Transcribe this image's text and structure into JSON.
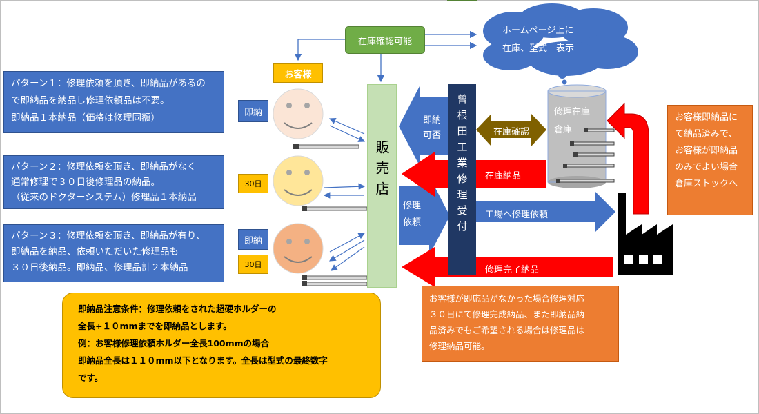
{
  "stock_check": "在庫確認可能",
  "cloud_text": [
    "ホームページ上に",
    "在庫、型式　表示"
  ],
  "customer_label": "お客様",
  "shop": "販売店",
  "factory_reception": "曾根田工業修理受付",
  "warehouse": [
    "修理在庫",
    "倉庫"
  ],
  "instant_ok": [
    "即納",
    "可否"
  ],
  "repair_request_left": [
    "修理",
    "依頼"
  ],
  "stock_confirm": "在庫確認",
  "stock_delivery": "在庫納品",
  "repair_request_factory": "工場へ修理依頼",
  "repair_complete": "修理完了納品",
  "badges": {
    "instant": "即納",
    "days30": "30日"
  },
  "patterns": [
    [
      "パターン１：修理依頼を頂き、即納品があるの",
      "で即納品を納品し修理依頼品は不要。",
      "即納品１本納品（価格は修理同額）"
    ],
    [
      "パターン２：修理依頼を頂き、即納品がなく",
      "通常修理で３０日後修理品の納品。",
      "（従来のドクターシステム）修理品１本納品"
    ],
    [
      "パターン３：修理依頼を頂き、即納品が有り、",
      "即納品を納品、依頼いただいた修理品も",
      "３０日後納品。即納品、修理品計２本納品"
    ]
  ],
  "note": [
    "即納品注意条件：修理依頼をされた超硬ホルダーの",
    "全長+１０mmまでを即納品とします。",
    "例：お客様修理依頼ホルダー全長100mmの場合",
    "即納品全長は１１０mm以下となります。全長は型式の最終数字",
    "です。"
  ],
  "right_note": [
    "お客様即納品に",
    "て納品済みで、",
    "お客様が即納品",
    "のみでよい場合",
    "倉庫ストックへ"
  ],
  "bottom_note": [
    "お客様が即応品がなかった場合修理対応",
    "３０日にて修理完成納品、また即納品納",
    "品済みでもご希望される場合は修理品は",
    "修理納品可能。"
  ],
  "colors": {
    "blue": "#4472c4",
    "navy": "#203864",
    "green": "#70ad47",
    "lightgreen": "#c5e0b4",
    "red": "#ff0000",
    "olive": "#7f6000",
    "orange": "#ed7d31",
    "yellow": "#ffc000",
    "cloud": "#4472c4"
  }
}
